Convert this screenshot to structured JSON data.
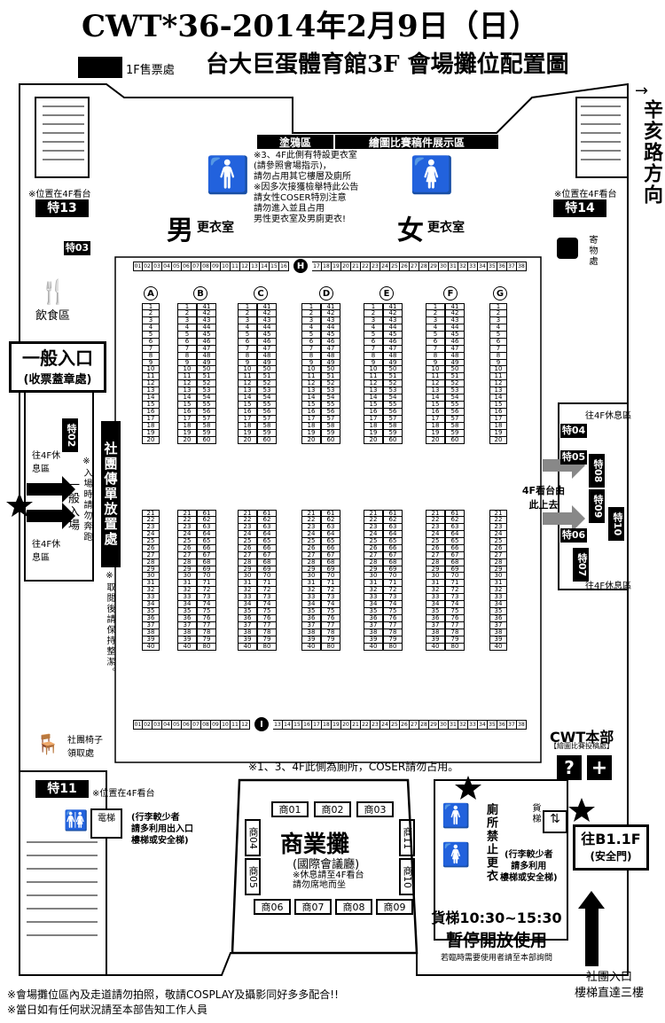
{
  "title": "CWT*36-2014年2月9日（日）",
  "subtitle": "台大巨蛋體育館3F 會場攤位配置圖",
  "ticket_label": "1F售票處",
  "direction": {
    "arrow": "→",
    "text": "辛亥路方向"
  },
  "zones": {
    "graffiti": "塗鴉區",
    "contest": "繪圖比賽稿件展示區",
    "notice": [
      "※3、4F此側有特設更衣室",
      "(請參照會場指示)，",
      "請勿占用其它樓層及廁所",
      "※因多次接獲檢舉特此公告",
      "請女性COSER特別注意",
      "請勿進入並且占用",
      "男性更衣室及男廁更衣!"
    ],
    "male_big": "男",
    "male_small": "更衣室",
    "female_big": "女",
    "female_small": "更衣室",
    "food": "飲食區",
    "storage": "寄物處",
    "chair": "社團椅子領取處",
    "club_area": "社團傳單放置處",
    "club_note": "※取閱後請保持整潔。",
    "cwt_hq": "CWT本部",
    "cwt_hq_sub": "【繪圖比賽投稿處】",
    "hq_icons": [
      "?",
      "+"
    ],
    "toilet_ban": "廁所禁止更衣",
    "freight": "貨梯",
    "elevator": "電梯",
    "b1": "往B1.1F",
    "b1_sub": "(安全門)",
    "freight_notice": "貨梯10:30~15:30",
    "freight_notice2": "暫停開放使用",
    "freight_notice3": "若臨時需要使用者請至本部詢問",
    "luggage_left": [
      "(行李較少者",
      "請多利用出入口",
      "樓梯或安全梯)"
    ],
    "luggage_right": [
      "(行李較少者",
      "請多利用",
      "樓梯或安全梯)"
    ],
    "club_entry": "社團入口",
    "club_entry_sub": "樓梯直達三樓",
    "toilet_note": "※1、3、4F此側為廁所，COSER請勿占用。",
    "market_title": "商業攤",
    "market_sub": "(國際會議廳)",
    "market_note": [
      "※休息請至4F看台",
      "請勿席地而坐"
    ],
    "general_entry": "一般入口",
    "general_entry_sub": "(收票蓋章處)",
    "entry_note": "※入場時請勿奔跑",
    "entry_big": "一般入場",
    "rest_4f": "往4F休息區",
    "rest_4f_right": "往4F休息區",
    "stand_4f": "4F看台由此上去",
    "pos_4f": "※位置在4F看台"
  },
  "specials": [
    "特13",
    "特14",
    "特03",
    "特02",
    "特04",
    "特05",
    "特06",
    "特07",
    "特08",
    "特09",
    "特10",
    "特11"
  ],
  "column_headers": [
    "A",
    "B",
    "C",
    "D",
    "E",
    "F",
    "G",
    "H",
    "I"
  ],
  "shops": [
    "商01",
    "商02",
    "商03",
    "商04",
    "商05",
    "商06",
    "商07",
    "商08",
    "商09",
    "商10",
    "商11"
  ],
  "footer": [
    "※會場攤位區內及走道請勿拍照，敬請COSPLAY及攝影同好多多配合!!",
    "※當日如有任何狀況請至本部告知工作人員"
  ]
}
